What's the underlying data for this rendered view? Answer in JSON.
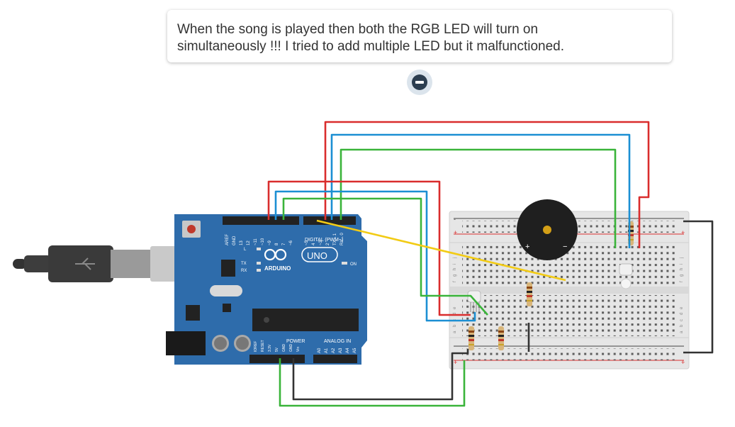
{
  "annotation": {
    "line1": "When the song is played then both the RGB LED will turn on",
    "line2": "simultaneously !!! I tried to add multiple LED but it malfunctioned."
  },
  "arduino": {
    "brand": "ARDUINO",
    "model": "UNO",
    "digital_label": "DIGITAL (PWM~)",
    "power_label": "POWER",
    "analog_label": "ANALOG IN",
    "on_label": "ON",
    "l_label": "L",
    "tx_label": "TX",
    "rx_label": "RX",
    "digital_pins": [
      "AREF",
      "GND",
      "13",
      "12",
      "~11",
      "~10",
      "~9",
      "8",
      "7",
      "~6",
      "~5",
      "4",
      "~3",
      "2",
      "TX→1",
      "RX←0"
    ],
    "power_pins": [
      "IOREF",
      "RESET",
      "3.3V",
      "5V",
      "GND",
      "GND",
      "Vin"
    ],
    "analog_pins": [
      "A0",
      "A1",
      "A2",
      "A3",
      "A4",
      "A5"
    ]
  },
  "breadboard": {
    "row_letters_left": [
      "a",
      "b",
      "c",
      "d",
      "e",
      "f",
      "g",
      "h",
      "i",
      "j"
    ],
    "row_letters_right": [
      "j",
      "i",
      "h",
      "g",
      "f",
      "e",
      "d",
      "c",
      "b",
      "a"
    ],
    "plus": "+",
    "minus": "-"
  },
  "buzzer": {
    "plus": "+",
    "minus": "−"
  },
  "colors": {
    "red_wire": "#d92d2d",
    "blue_wire": "#1c8fd3",
    "green_wire": "#3ab43a",
    "yellow_wire": "#f2cb15",
    "black_wire": "#333333",
    "board": "#2e6cab"
  }
}
